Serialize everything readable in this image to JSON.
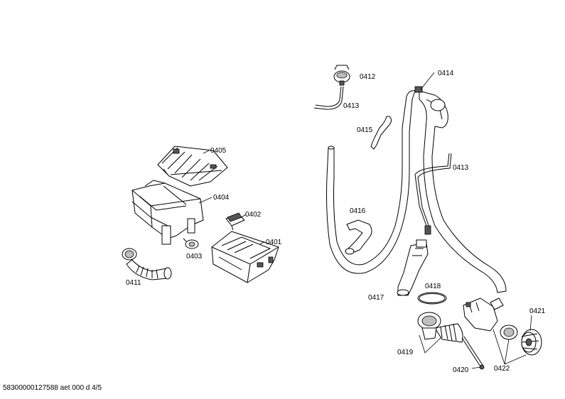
{
  "labels": {
    "p0401": "0401",
    "p0402": "0402",
    "p0403": "0403",
    "p0404": "0404",
    "p0405": "0405",
    "p0411": "0411",
    "p0412": "0412",
    "p0413a": "0413",
    "p0413b": "0413",
    "p0414": "0414",
    "p0415": "0415",
    "p0416": "0416",
    "p0417": "0417",
    "p0418": "0418",
    "p0419": "0419",
    "p0420": "0420",
    "p0421": "0421",
    "p0422": "0422"
  },
  "footer": "58300000127588 aet 000 d 4/5"
}
